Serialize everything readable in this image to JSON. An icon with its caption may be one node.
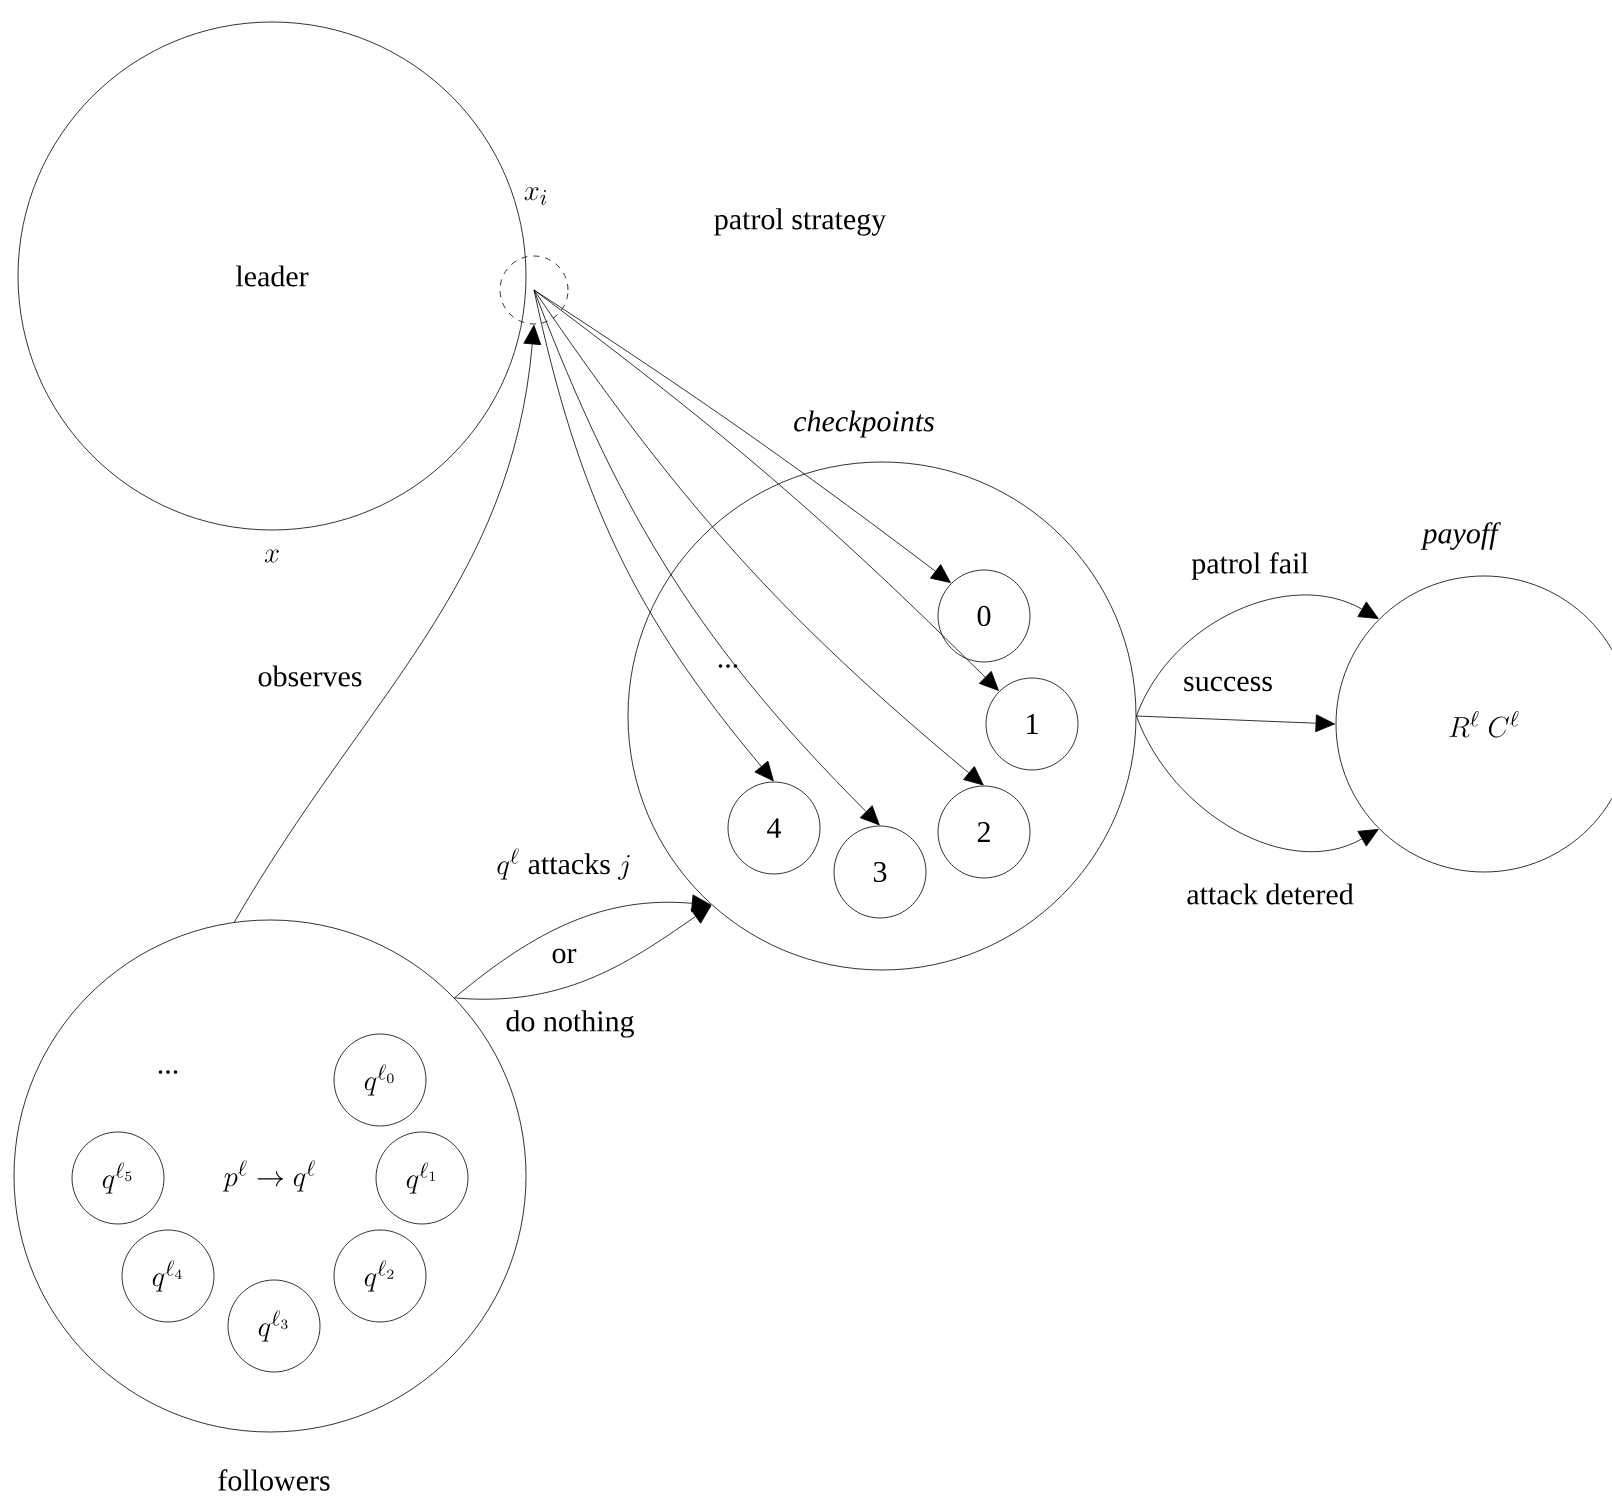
{
  "diagram": {
    "nodes": [
      {
        "text": [
          "leader"
        ],
        "beside": [
          "x"
        ]
      },
      {
        "text": [],
        "shape": "circle"
      },
      {
        "text": [
          "checkpoints",
          "..."
        ]
      },
      {
        "text": [
          "0"
        ],
        "in": 2
      },
      {
        "text": [
          "1"
        ],
        "in": 2
      },
      {
        "text": [
          "2"
        ],
        "in": 2
      },
      {
        "text": [
          "3"
        ],
        "in": 2
      },
      {
        "text": [
          "4"
        ],
        "in": 2
      },
      {
        "text": [
          "payoff",
          "R^\\ell\\ C^\\ell"
        ]
      },
      {
        "text": [
          "...",
          "p^\\ell \\to q^\\ell",
          "followers"
        ]
      },
      {
        "text": [
          "q^{\\ell_0}"
        ],
        "in": 9
      },
      {
        "text": [
          "q^{\\ell_1}"
        ],
        "in": 9
      },
      {
        "text": [
          "q^{\\ell_2}"
        ],
        "in": 9
      },
      {
        "text": [
          "q^{\\ell_3}"
        ],
        "in": 9
      },
      {
        "text": [
          "q^{\\ell_4}"
        ],
        "in": 9
      },
      {
        "text": [
          "q^{\\ell_5}"
        ],
        "in": 9
      }
    ],
    "edges": [
      {
        "from": 1,
        "to": 3,
        "arrow": "to"
      },
      {
        "from": 1,
        "to": 4,
        "arrow": "to"
      },
      {
        "from": 1,
        "to": 5,
        "arrow": "to"
      },
      {
        "from": 1,
        "to": 6,
        "arrow": "to"
      },
      {
        "from": 1,
        "to": 7,
        "arrow": "to"
      },
      {
        "from": 9,
        "to": 1,
        "arrow": "to",
        "label": "observes"
      },
      {
        "from": 9,
        "to": 2,
        "arrow": "to",
        "label": "q^\\ell\\mbox{ attacks }j"
      },
      {
        "from": 9,
        "to": 2,
        "arrow": "to",
        "label": "do nothing"
      },
      {
        "from": 2,
        "to": 8,
        "arrow": "to",
        "label": "patrol fail"
      },
      {
        "from": 2,
        "to": 8,
        "arrow": "to",
        "label": "success"
      },
      {
        "from": 2,
        "to": 8,
        "arrow": "to",
        "label": "attack detered"
      }
    ],
    "labels": [
      "x_i",
      "patrol strategy",
      "or"
    ]
  }
}
